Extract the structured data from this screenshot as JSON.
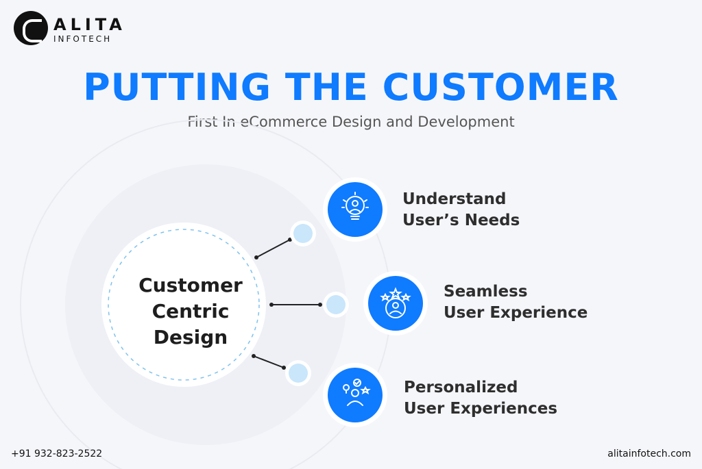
{
  "brand": {
    "name": "ALITA",
    "sub": "INFOTECH"
  },
  "header": {
    "title": "PUTTING THE CUSTOMER",
    "subtitle": "First In eCommerce Design and Development"
  },
  "center": {
    "line1": "Customer",
    "line2": "Centric",
    "line3": "Design"
  },
  "items": [
    {
      "line1": "Understand",
      "line2": "User’s Needs",
      "icon": "lightbulb-person-icon"
    },
    {
      "line1": "Seamless",
      "line2": "User Experience",
      "icon": "user-stars-icon"
    },
    {
      "line1": "Personalized",
      "line2": "User Experiences",
      "icon": "person-idea-icon"
    }
  ],
  "footer": {
    "phone": "+91 932-823-2522",
    "website": "alitainfotech.com"
  },
  "colors": {
    "primary": "#0f7bff",
    "dot": "#c9e6fb",
    "text": "#2e2e2e"
  }
}
